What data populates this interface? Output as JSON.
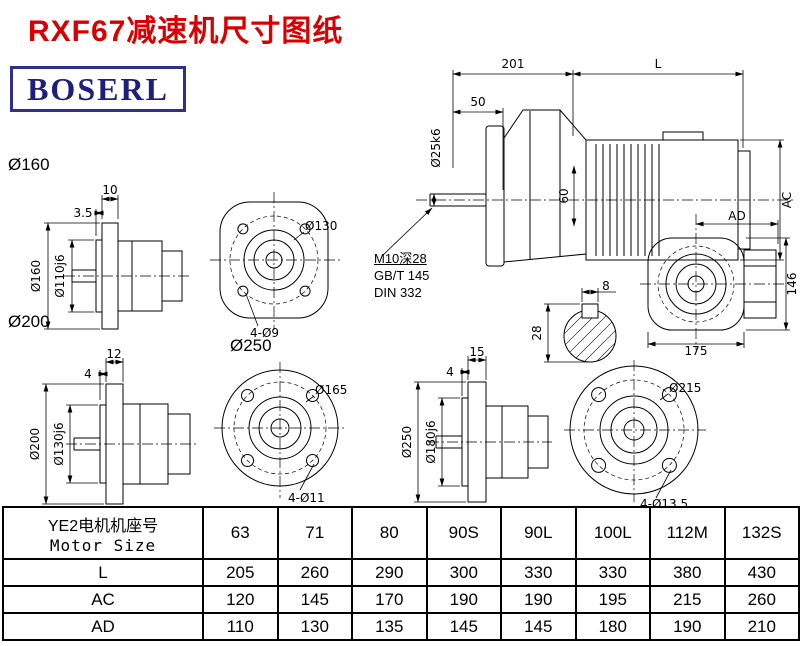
{
  "page": {
    "title": "RXF67减速机尺寸图纸",
    "logo": "BOSERL"
  },
  "headings": {
    "d160": "Ø160",
    "d200": "Ø200",
    "d250": "Ø250"
  },
  "notes": {
    "line1": "M10深28",
    "line2": "GB/T 145",
    "line3": "DIN 332"
  },
  "main_view": {
    "dim_201": "201",
    "dim_L": "L",
    "dim_50": "50",
    "dim_shaft": "Ø25k6",
    "dim_60": "60",
    "dim_AC": "AC"
  },
  "shaft_section": {
    "dim_width": "8",
    "dim_height": "28"
  },
  "side_view_right": {
    "dim_AD": "AD",
    "dim_146": "146",
    "dim_175": "175"
  },
  "flange160": {
    "dim_10": "10",
    "dim_35": "3.5",
    "dim_d160": "Ø160",
    "dim_d110": "Ø110j6",
    "front": {
      "bolt_circle": "Ø130",
      "holes": "4-Ø9"
    }
  },
  "flange200": {
    "dim_12": "12",
    "dim_4": "4",
    "dim_d200": "Ø200",
    "dim_d130": "Ø130j6",
    "front": {
      "bolt_circle": "Ø165",
      "holes": "4-Ø11"
    }
  },
  "flange250": {
    "dim_15": "15",
    "dim_4": "4",
    "dim_d250": "Ø250",
    "dim_d180": "Ø180j6",
    "front": {
      "bolt_circle": "Ø215",
      "holes": "4-Ø13.5"
    }
  },
  "table": {
    "header": {
      "label_cn": "YE2电机机座号",
      "label_en": "Motor Size",
      "sizes": [
        "63",
        "71",
        "80",
        "90S",
        "90L",
        "100L",
        "112M",
        "132S"
      ]
    },
    "rows": [
      {
        "label": "L",
        "values": [
          "205",
          "260",
          "290",
          "300",
          "330",
          "330",
          "380",
          "430"
        ]
      },
      {
        "label": "AC",
        "values": [
          "120",
          "145",
          "170",
          "190",
          "190",
          "195",
          "215",
          "260"
        ]
      },
      {
        "label": "AD",
        "values": [
          "110",
          "130",
          "135",
          "145",
          "145",
          "180",
          "190",
          "210"
        ]
      }
    ]
  }
}
